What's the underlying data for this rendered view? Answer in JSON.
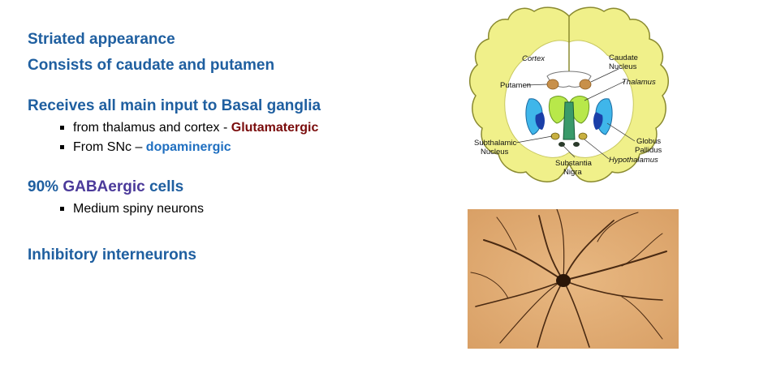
{
  "text": {
    "h1": "Striated appearance",
    "h2": "Consists of caudate and putamen",
    "h3": "Receives all main input to Basal ganglia",
    "b1_prefix": "from thalamus and cortex - ",
    "b1_emph": "Glutamatergic",
    "b2_prefix": "From SNc – ",
    "b2_emph": "dopaminergic",
    "h4_prefix": "90% ",
    "h4_emph": "GABAergic",
    "h4_suffix": " cells",
    "b3": "Medium spiny neurons",
    "h5": "Inhibitory interneurons"
  },
  "diagram_labels": {
    "cortex": "Cortex",
    "caudate_1": "Caudate",
    "caudate_2": "Nucleus",
    "putamen": "Putamen",
    "thalamus": "Thalamus",
    "subthalamic_1": "Subthalamic",
    "subthalamic_2": "Nucleus",
    "globus_1": "Globus",
    "globus_2": "Pallidus",
    "substantia_1": "Substantia",
    "substantia_2": "Nigra",
    "hypothalamus": "Hypothalamus"
  },
  "colors": {
    "heading": "#1f5fa0",
    "glutamatergic": "#7a0c0c",
    "dopaminergic": "#1f6fc0",
    "gabaergic": "#4b3a9a",
    "cortex_fill": "#f0f08a"
  }
}
